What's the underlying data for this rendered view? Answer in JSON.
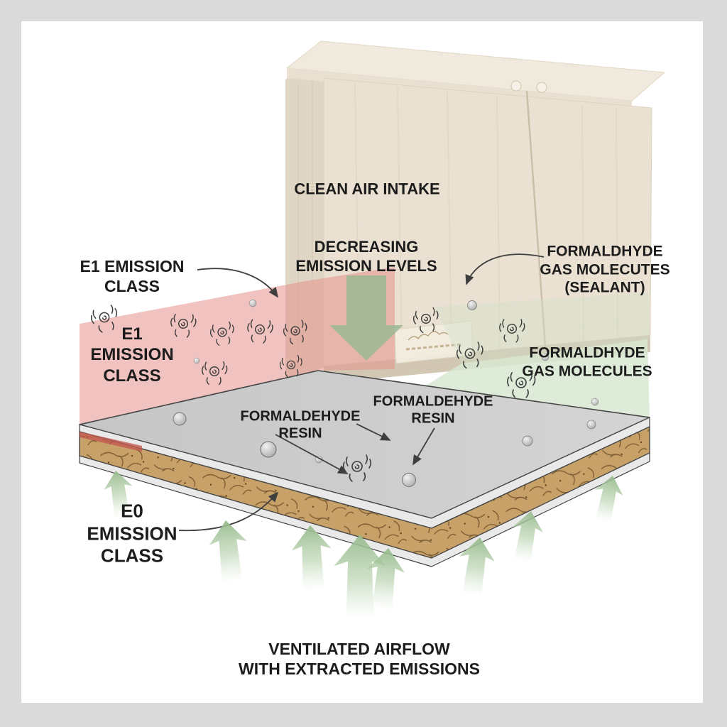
{
  "diagram": {
    "labels": {
      "clean_air_intake": {
        "line1": "CLEAN AIR INTAKE"
      },
      "decreasing_levels": {
        "line1": "DECREASING",
        "line2": "EMISSION LEVELS"
      },
      "e1_callout": {
        "line1": "E1 EMISSION",
        "line2": "CLASS"
      },
      "e1_band": {
        "line1": "E1",
        "line2": "EMISSION",
        "line3": "CLASS"
      },
      "sealant_molecules": {
        "line1": "FORMALDHYDE",
        "line2": "GAS MOLECUTES",
        "line3": "(SEALANT)"
      },
      "gas_molecules": {
        "line1": "FORMALDHYDE",
        "line2": "GAS MOLECULES"
      },
      "resin_left": {
        "line1": "FORMALDEHYDE",
        "line2": "RESIN"
      },
      "resin_right": {
        "line1": "FORMALDEHYDE",
        "line2": "RESIN"
      },
      "e0_class": {
        "line1": "E0",
        "line2": "EMISSION",
        "line3": "CLASS"
      },
      "ventilated_airflow": {
        "line1": "VENTILATED AIRFLOW",
        "line2": "WITH EXTRACTED EMISSIONS"
      }
    },
    "colors": {
      "frame_background": "#dadada",
      "canvas": "#ffffff",
      "text": "#1c1c1c",
      "pink_band": "#f2b8b8",
      "red_edge": "#c35a50",
      "green_band": "#d9e8d2",
      "green_arrow": "#9bb893",
      "board_surface": "#cccccc",
      "laminate": "#e9e9e9",
      "core_wood": "#c7a168",
      "core_grain": "#7e5c33",
      "cabinet_front": "#eae1d3",
      "cabinet_side": "#e0d6c6",
      "cabinet_top": "#f0e9dd",
      "cabinet_base": "#d2c7b3",
      "outline": "#454545",
      "callout_arrow": "#3f3f3f"
    },
    "icons": {
      "molecule": "formaldehyde-molecule-icon",
      "gas_particle": "gas-particle-sphere-icon",
      "clean_air_down_arrow": "clean-air-down-arrow-icon",
      "ventilation_up_arrow": "ventilation-up-arrow-icon",
      "callout_arrow": "callout-arrow-icon",
      "logo_plate": "mountain-logo-plate-icon"
    }
  }
}
